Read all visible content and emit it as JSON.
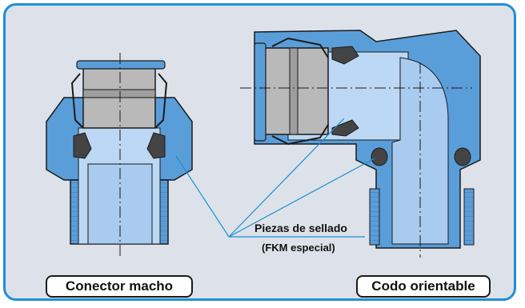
{
  "labels": {
    "seal_title": "Piezas de sellado",
    "seal_material": "(FKM especial)",
    "left_caption": "Conector macho",
    "right_caption": "Codo orientable"
  },
  "colors": {
    "frame_border": "#1f8fd6",
    "background": "#dde2ea",
    "body_blue": "#5a9ed9",
    "bore_blue": "#a8cbef",
    "light_blue": "#bcd8f4",
    "sleeve_gray": "#b9b9b9",
    "seal_dark": "#444444",
    "leader_line": "#1a8fd0"
  }
}
